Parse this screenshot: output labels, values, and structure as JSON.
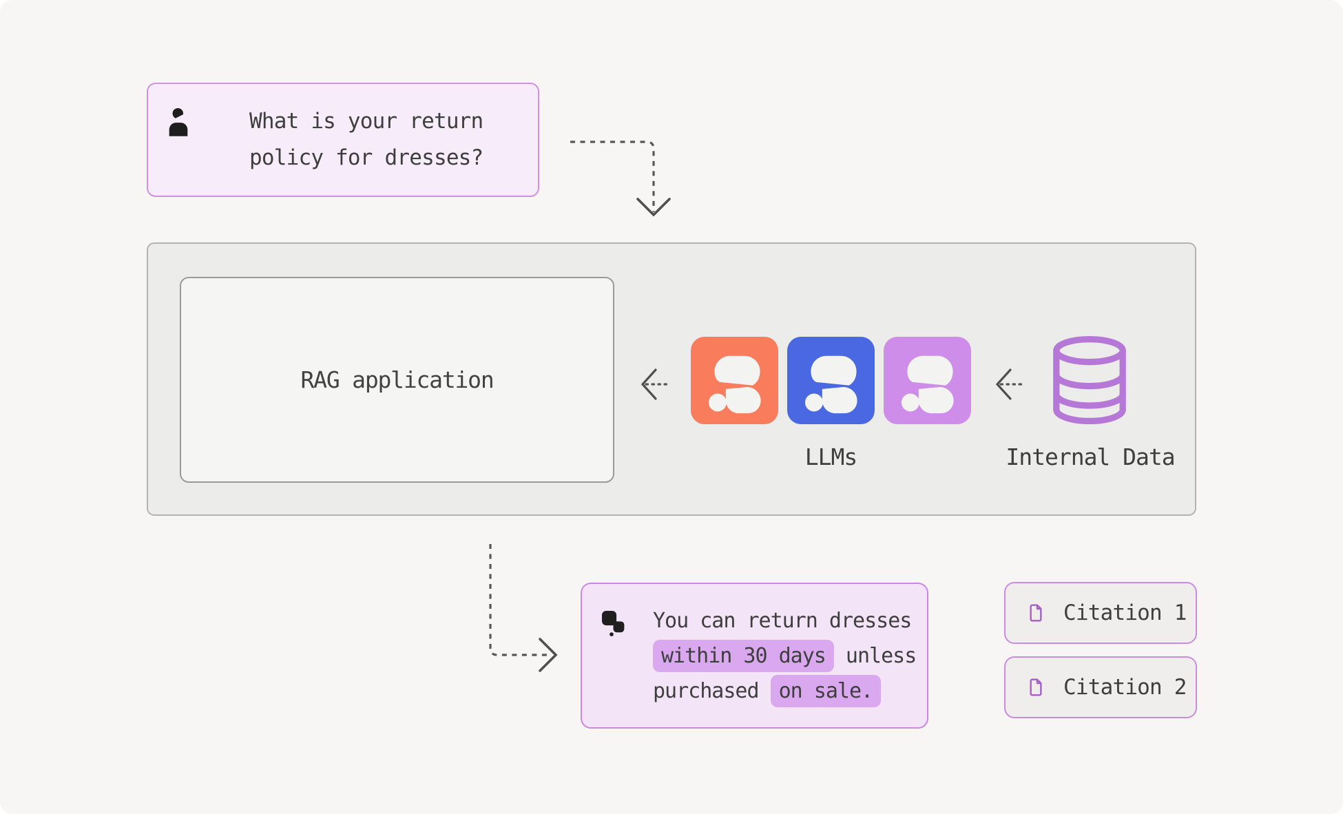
{
  "question_card": {
    "icon": "user-icon",
    "line1": "What is your return",
    "line2": "policy for dresses?"
  },
  "rag_container": {
    "app_label": "RAG application",
    "llms_label": "LLMs",
    "internal_data_label": "Internal Data"
  },
  "llm_tiles": [
    {
      "name": "llm-tile-orange",
      "color": "#f97c5c"
    },
    {
      "name": "llm-tile-blue",
      "color": "#4a68e1"
    },
    {
      "name": "llm-tile-purple",
      "color": "#ce8de8"
    }
  ],
  "answer_card": {
    "icon": "chat-bubbles-icon",
    "line1": "You can return dresses",
    "line2_highlight": "within 30 days",
    "line2_rest": " unless",
    "line3_pre": "purchased ",
    "line3_highlight": "on sale."
  },
  "citations": [
    {
      "label": "Citation 1"
    },
    {
      "label": "Citation 2"
    }
  ],
  "colors": {
    "page_bg": "#f7f6f4",
    "question_bg": "#f7ecf9",
    "question_border": "#cf92e2",
    "container_bg": "#ececea",
    "container_border": "#b3b3b1",
    "rag_box_bg": "#f5f5f3",
    "rag_box_border": "#9a9a98",
    "tile_orange": "#f97c5c",
    "tile_blue": "#4a68e1",
    "tile_purple": "#ce8de8",
    "database_purple": "#b678d6",
    "answer_bg": "#f4e4f8",
    "answer_border": "#cb88e3",
    "highlight": "#d9a8ef",
    "citation_bg": "#efeeec",
    "citation_border": "#c98ce2",
    "citation_icon": "#a55fc5",
    "text": "#3e3e3e",
    "arrow": "#565656"
  }
}
